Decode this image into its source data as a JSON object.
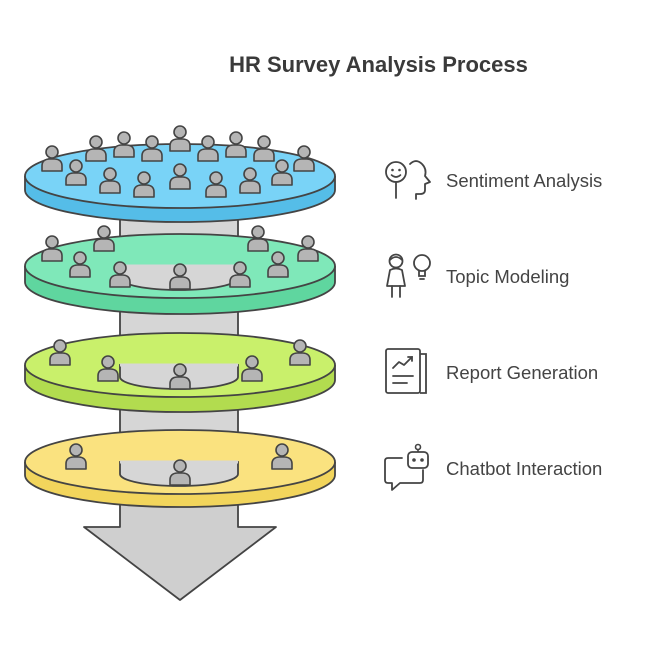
{
  "title": "HR Survey Analysis Process",
  "stages": [
    {
      "label": "Sentiment Analysis",
      "icon": "head-profile-icon",
      "color": "#79d3f7"
    },
    {
      "label": "Topic Modeling",
      "icon": "person-lightbulb-icon",
      "color": "#7fe8b9"
    },
    {
      "label": "Report Generation",
      "icon": "report-chart-icon",
      "color": "#c9f06b"
    },
    {
      "label": "Chatbot Interaction",
      "icon": "chatbot-icon",
      "color": "#fae27f"
    }
  ],
  "colors": {
    "outline": "#444444",
    "column": "#d6d6d6",
    "arrow": "#cfcfcf",
    "person": "#b5b5b5"
  }
}
